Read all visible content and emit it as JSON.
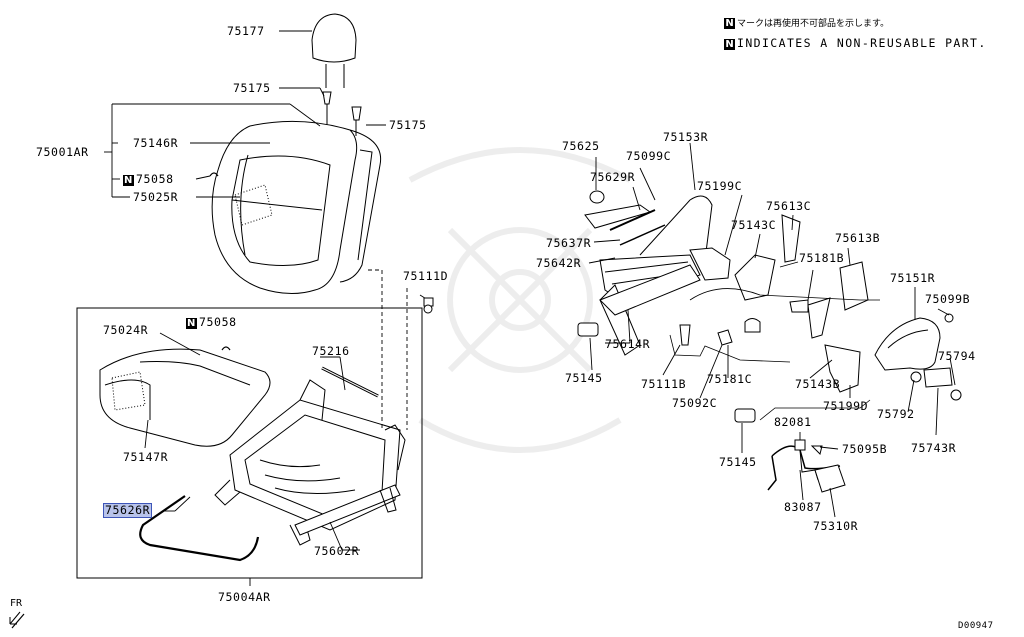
{
  "legend": {
    "symbol": "N",
    "jp_text": "マークは再使用不可部品を示します。",
    "en_text": "INDICATES A NON-REUSABLE PART."
  },
  "orientation": "FR",
  "diagram_code": "D00947",
  "parts": {
    "p75177": "75177",
    "p75175a": "75175",
    "p75175b": "75175",
    "p75001AR": "75001AR",
    "p75146R": "75146R",
    "p75058a": "75058",
    "p75025R": "75025R",
    "p75111D": "75111D",
    "p75058b": "75058",
    "p75024R": "75024R",
    "p75216": "75216",
    "p75147R": "75147R",
    "p75626R": "75626R",
    "p75602R": "75602R",
    "p75004AR": "75004AR",
    "p75625": "75625",
    "p75153R": "75153R",
    "p75099C": "75099C",
    "p75629R": "75629R",
    "p75199C": "75199C",
    "p75637R": "75637R",
    "p75642R": "75642R",
    "p75143C": "75143C",
    "p75613C": "75613C",
    "p75613B": "75613B",
    "p75181B": "75181B",
    "p75151R": "75151R",
    "p75099B": "75099B",
    "p75145a": "75145",
    "p75614R": "75614R",
    "p75111B": "75111B",
    "p75181C": "75181C",
    "p75092C": "75092C",
    "p75143B": "75143B",
    "p75199D": "75199D",
    "p75794": "75794",
    "p75792": "75792",
    "p75743R": "75743R",
    "p82081": "82081",
    "p75095B": "75095B",
    "p75145b": "75145",
    "p83087": "83087",
    "p75310R": "75310R"
  },
  "highlight_color": "#b8c3ea"
}
